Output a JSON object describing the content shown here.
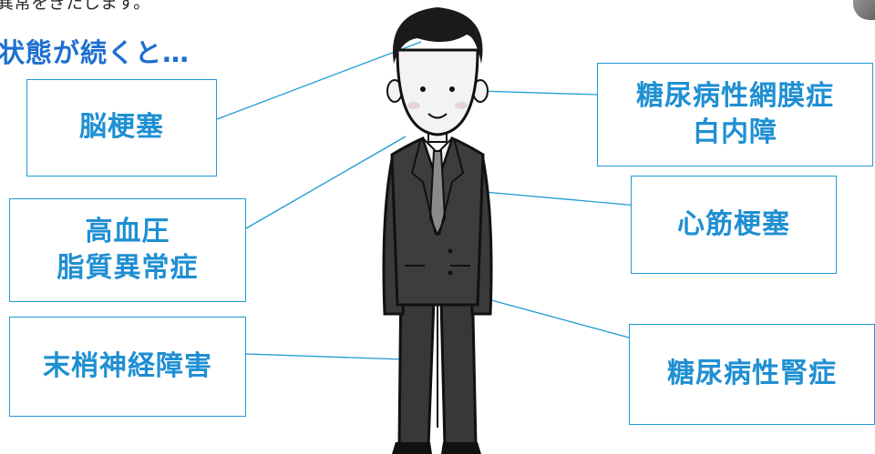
{
  "intro_text": "異常をきたします。",
  "heading": "状態が続くと…",
  "colors": {
    "box_border": "#1f9ad6",
    "box_text": "#1f8fd2",
    "heading": "#1e6fd0",
    "suit": "#3a3a3a"
  },
  "labels": {
    "brain_infarction": "脳梗塞",
    "hypertension": "高血圧",
    "dyslipidemia": "脂質異常症",
    "peripheral_neuropathy": "末梢神経障害",
    "diabetic_retinopathy": "糖尿病性網膜症",
    "cataract": "白内障",
    "myocardial_infarction": "心筋梗塞",
    "diabetic_nephropathy": "糖尿病性腎症"
  },
  "illustration": {
    "subject": "man-in-suit"
  }
}
